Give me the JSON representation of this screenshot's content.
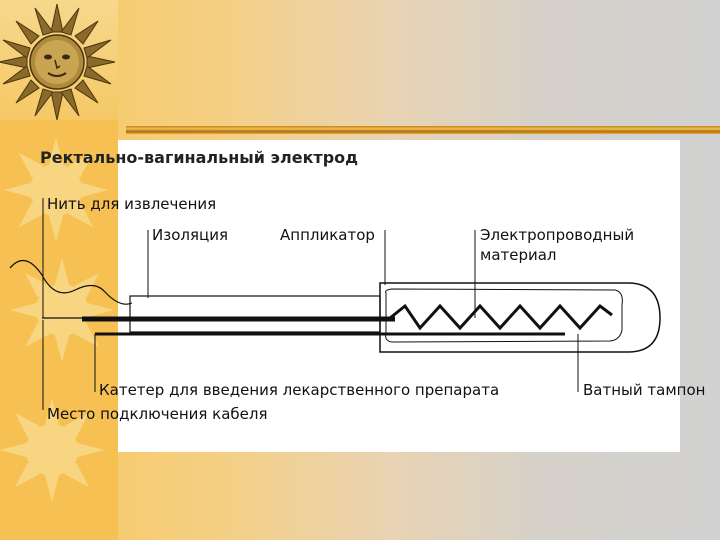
{
  "slide": {
    "title": "Ректально-вагинальный электрод",
    "accent_color": "#f6c152",
    "bar_color": "#c4821a"
  },
  "labels": {
    "pull_thread": "Нить для извлечения",
    "insulation": "Изоляция",
    "applicator": "Аппликатор",
    "conductive_material": "Электропроводный",
    "conductive_material_line2": "материал",
    "catheter": "Катетер для введения лекарственного препарата",
    "cotton_swab": "Ватный тампон",
    "cable_connection": "Место подключения кабеля"
  },
  "decor": {
    "sun_icon": "sun-face-icon",
    "star_icon": "sun-burst-icon"
  }
}
